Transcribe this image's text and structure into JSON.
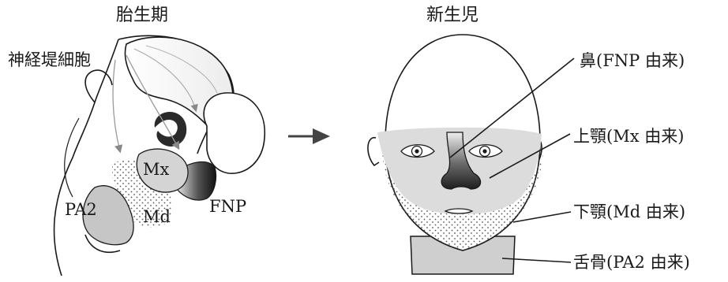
{
  "titles": {
    "embryo": "胎生期",
    "newborn": "新生児"
  },
  "embryo_labels": {
    "neural_crest": "神経堤細胞",
    "mx": "Mx",
    "pa2": "PA2",
    "md": "Md",
    "fnp": "FNP"
  },
  "newborn_labels": {
    "nose": "鼻(FNP 由来)",
    "maxilla": "上顎(Mx 由来)",
    "mandible": "下顎(Md 由来)",
    "hyoid": "舌骨(PA2 由来)"
  },
  "colors": {
    "fnp_dark": "#2a2a2a",
    "mx_grey": "#d4d4d4",
    "pa2_grey": "#c6c6c6",
    "face_grey": "#dcdcdc",
    "neck_grey": "#cfcfcf",
    "dots": "#555555",
    "line": "#1a1a1a"
  }
}
